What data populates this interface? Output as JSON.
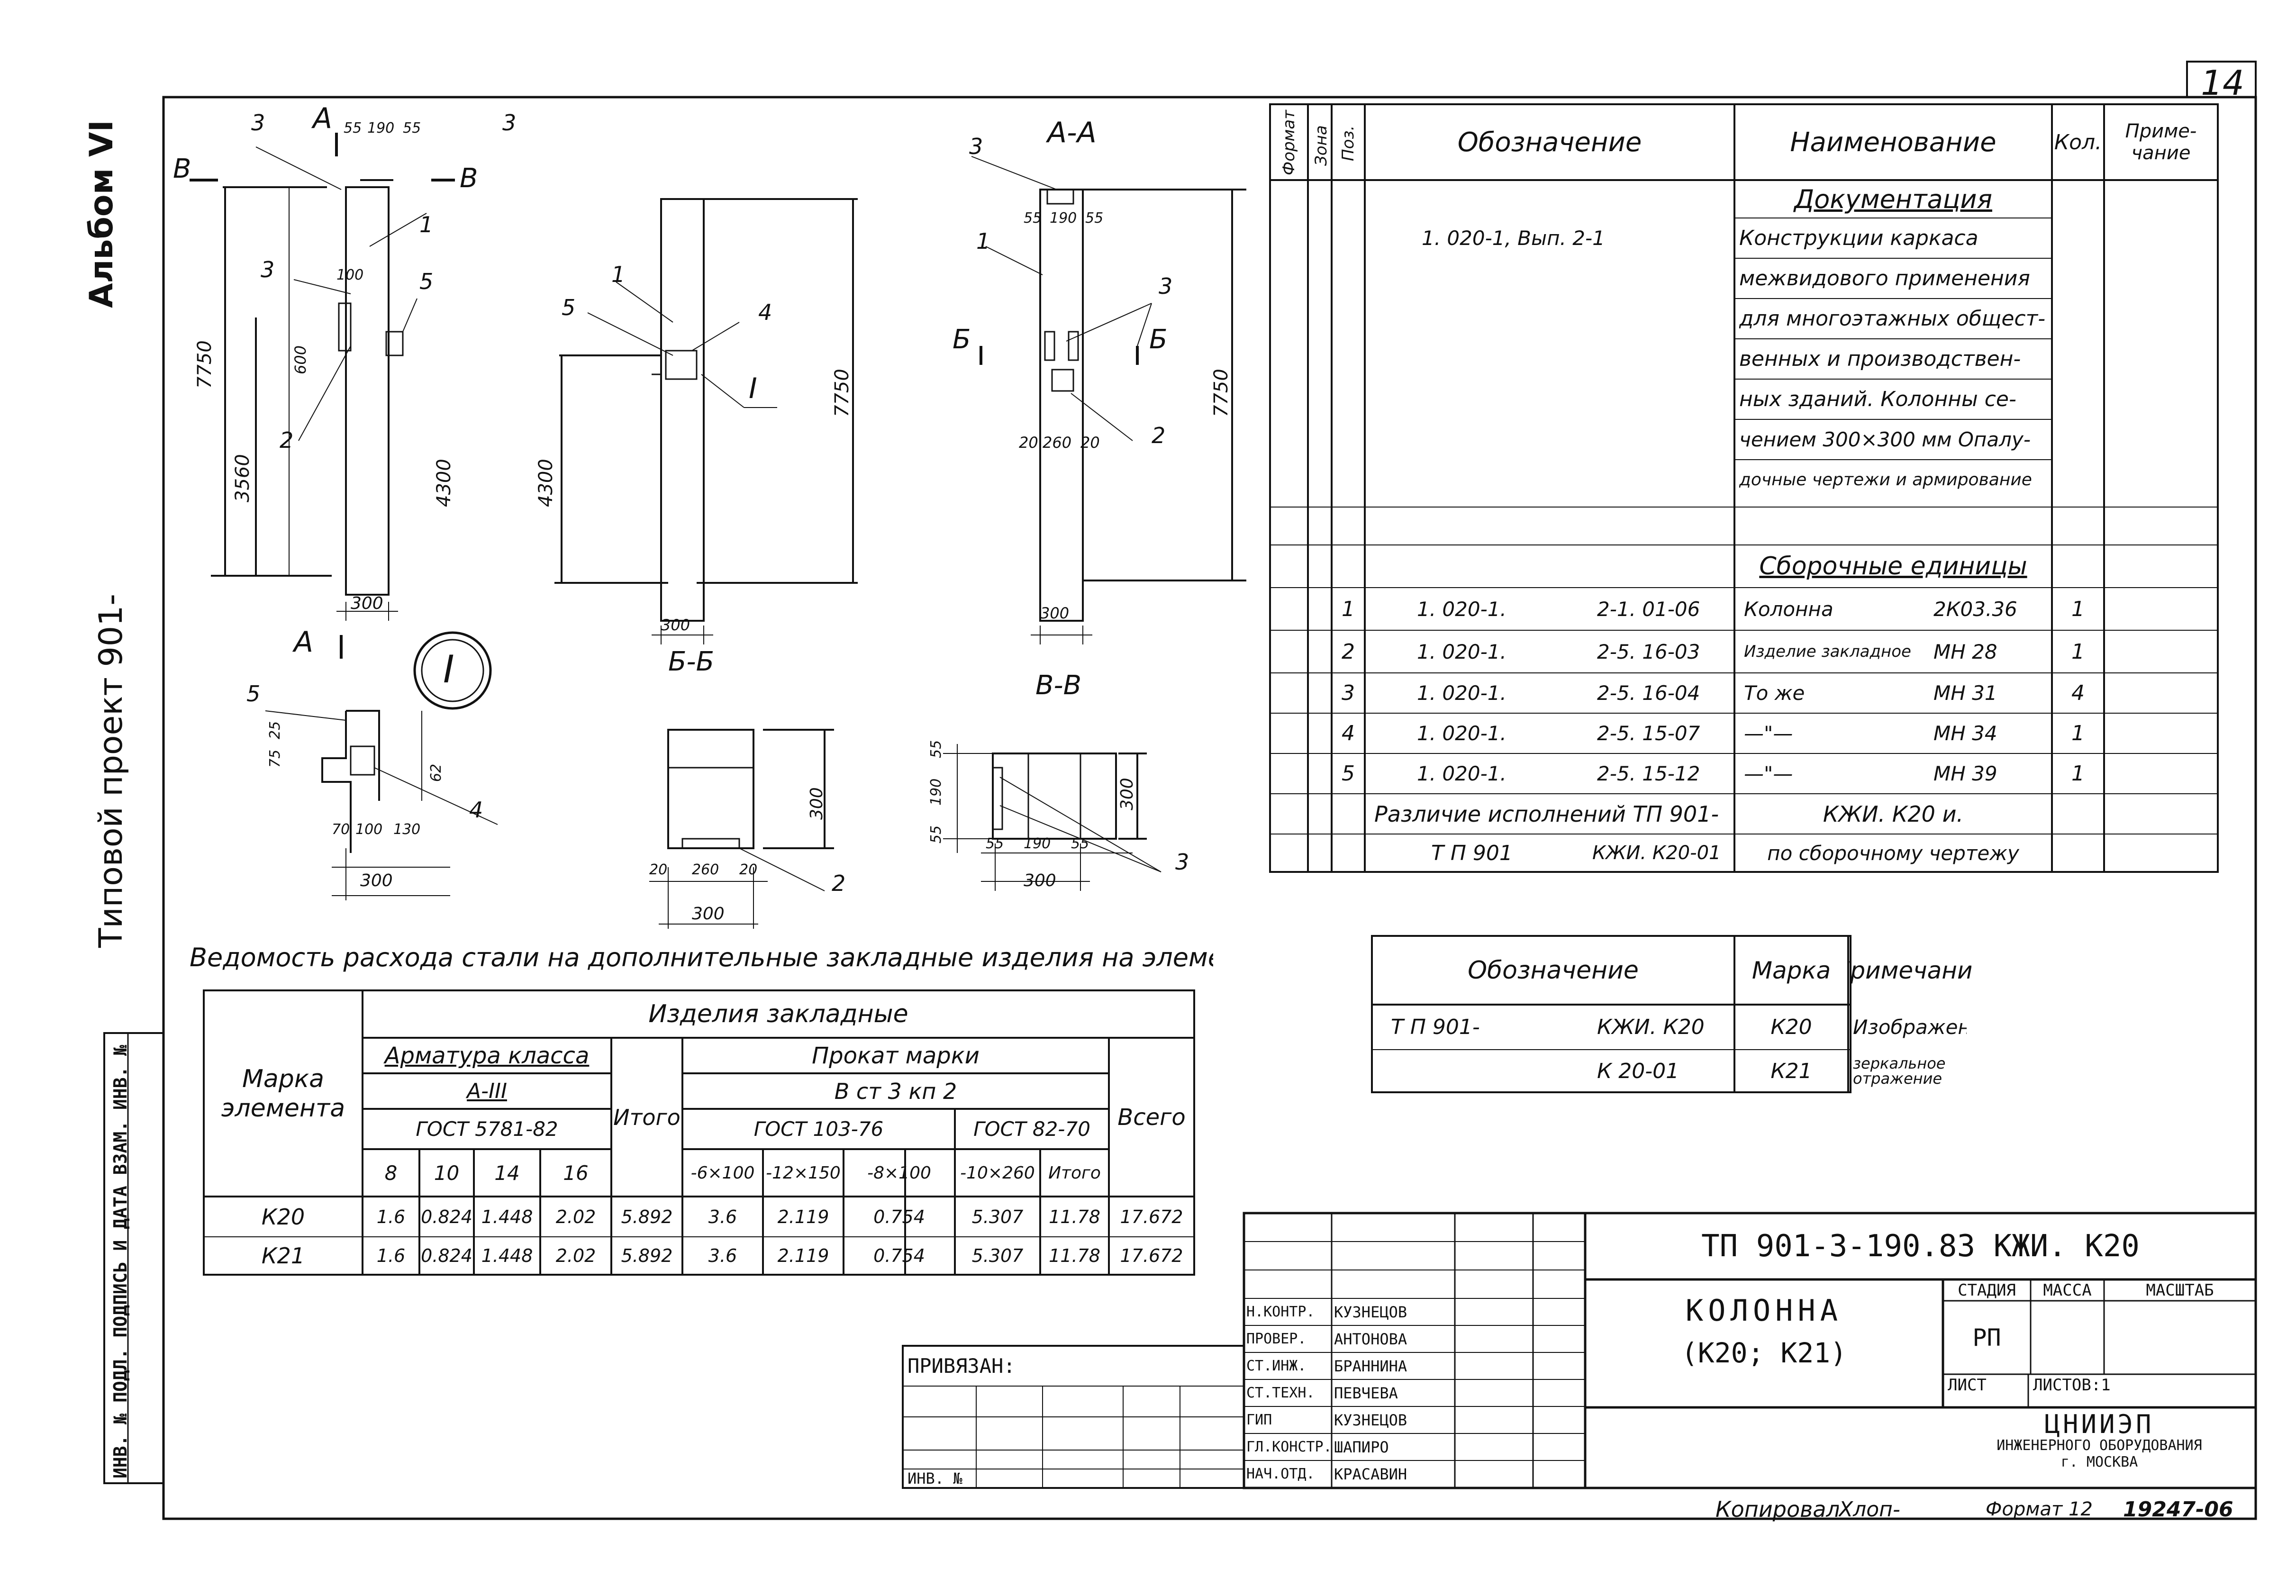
{
  "sheet_number": "14",
  "album": "Альбом VI",
  "project": "Типовой проект 901-",
  "side_stamp": "ИНВ. № ПОДЛ. ПОДПИСЬ И ДАТА ВЗАМ. ИНВ. №",
  "drawings": {
    "labels": {
      "pos3a": "3",
      "secA": "А",
      "d55": "55",
      "d190": "190",
      "d55b": "55",
      "pos3b": "3",
      "secB": "В",
      "secB2": "В",
      "dim7750": "7750",
      "dim4300": "4300",
      "pos1": "1",
      "pos5": "5",
      "pos2": "2",
      "d300": "300",
      "d100": "100",
      "d600": "600",
      "d3560": "3560",
      "vA": "А",
      "callout": "I",
      "AA_title": "А-А",
      "AA_3": "3",
      "AA_1": "1",
      "AA_55": "55",
      "AA_190": "190",
      "AA_55b": "55",
      "AA_3b": "3",
      "AA_B": "Б",
      "AA_B2": "Б",
      "AA_2": "2",
      "AA_20": "20",
      "AA_260": "260",
      "AA_20b": "20",
      "AA_7750": "7750",
      "AA_300": "300",
      "mid_1": "1",
      "mid_5": "5",
      "mid_4": "4",
      "mid_I": "I",
      "mid_4300": "4300",
      "mid_7750": "7750",
      "mid_300": "300",
      "BB_title": "Б-Б",
      "VV_title": "В-В",
      "BB_300": "300",
      "BB_20": "20",
      "BB_260": "260",
      "BB_20b": "20",
      "BB_300b": "300",
      "BB_2": "2",
      "VV_55": "55",
      "VV_190": "190",
      "VV_55b": "55",
      "VV_300": "300",
      "VV_300b": "300",
      "VV_3": "3",
      "VV_55v": "55",
      "VV_190v": "190",
      "VV_55v2": "55",
      "n_5": "5",
      "n_4": "4",
      "n_75": "75",
      "n_25": "25",
      "n_62": "62",
      "n_70": "70",
      "n_100": "100",
      "n_130": "130",
      "n_300": "300"
    }
  },
  "spec": {
    "headers": {
      "format": "Формат",
      "zone": "Зона",
      "pos": "Поз.",
      "designation": "Обозначение",
      "name": "Наименование",
      "qty": "Кол.",
      "note": "Приме-чание"
    },
    "doc_section": "Документация",
    "doc_designation": "1. 020-1,   Вып. 2-1",
    "doc_lines": [
      "Конструкции каркаса",
      "межвидового применения",
      "для многоэтажных общест-",
      "венных и производствен-",
      "ных зданий. Колонны се-",
      "чением 300×300 мм Опалу-",
      "дочные чертежи и армирование"
    ],
    "asm_section": "Сборочные единицы",
    "rows": [
      {
        "pos": "1",
        "des1": "1. 020-1.",
        "des2": "2-1. 01-06",
        "name": "Колонна",
        "mark": "2К03.36",
        "qty": "1"
      },
      {
        "pos": "2",
        "des1": "1. 020-1.",
        "des2": "2-5. 16-03",
        "name": "Изделие закладное",
        "mark": "МН 28",
        "qty": "1"
      },
      {
        "pos": "3",
        "des1": "1. 020-1.",
        "des2": "2-5. 16-04",
        "name": "То же",
        "mark": "МН 31",
        "qty": "4"
      },
      {
        "pos": "4",
        "des1": "1. 020-1.",
        "des2": "2-5. 15-07",
        "name": "—\"—",
        "mark": "МН 34",
        "qty": "1"
      },
      {
        "pos": "5",
        "des1": "1. 020-1.",
        "des2": "2-5. 15-12",
        "name": "—\"—",
        "mark": "МН 39",
        "qty": "1"
      }
    ],
    "diff_line1": "Различие исполнений ТП 901-",
    "diff_line1b": "КЖИ. К20 и.",
    "diff_line2a": "Т П 901",
    "diff_line2b": "КЖИ. К20-01",
    "diff_line2c": "по сборочному чертежу"
  },
  "variants": {
    "headers": {
      "designation": "Обозначение",
      "mark": "Марка",
      "note": "Примечание"
    },
    "rows": [
      {
        "des1": "Т П 901-",
        "des2": "КЖИ. К20",
        "mark": "К20",
        "note": "Изображено"
      },
      {
        "des1": "",
        "des2": "К 20-01",
        "mark": "К21",
        "note": "зеркальное отражение"
      }
    ]
  },
  "steel": {
    "title": "Ведомость расхода стали на дополнительные закладные изделия на элемент, кг",
    "h_mark": "Марка элемента",
    "h_items": "Изделия закладные",
    "h_rebar": "Арматура класса",
    "h_rebar_class": "А-III",
    "h_rebar_gost": "ГОСТ 5781-82",
    "h_total": "Итого",
    "h_rolled": "Прокат марки",
    "h_rolled_grade": "В ст 3 кп 2",
    "h_gost1": "ГОСТ 103-76",
    "h_gost2": "ГОСТ 82-70",
    "h_all": "Всего",
    "diam": [
      "8",
      "10",
      "14",
      "16"
    ],
    "profiles": [
      "-6×100",
      "-12×150",
      "-8×100",
      "-10×260",
      "Итого"
    ],
    "rows": [
      {
        "mark": "К20",
        "v": [
          "1.6",
          "0.824",
          "1.448",
          "2.02",
          "5.892",
          "3.6",
          "2.119",
          "0.754",
          "5.307",
          "11.78",
          "17.672"
        ]
      },
      {
        "mark": "К21",
        "v": [
          "1.6",
          "0.824",
          "1.448",
          "2.02",
          "5.892",
          "3.6",
          "2.119",
          "0.754",
          "5.307",
          "11.78",
          "17.672"
        ]
      }
    ]
  },
  "title_block": {
    "code": "ТП 901-3-190.83   КЖИ. К20",
    "name1": "КОЛОННА",
    "name2": "(К20; К21)",
    "stage_h": "СТАДИЯ",
    "mass_h": "МАССА",
    "scale_h": "МАСШТАБ",
    "stage": "РП",
    "sheet_h": "ЛИСТ",
    "sheets_h": "ЛИСТОВ:1",
    "org1": "ЦНИИЭП",
    "org2": "ИНЖЕНЕРНОГО ОБОРУДОВАНИЯ",
    "org3": "г. МОСКВА",
    "bound": "ПРИВЯЗАН:",
    "inv": "ИНВ. №",
    "signers": [
      {
        "role": "Н.КОНТР.",
        "name": "КУЗНЕЦОВ"
      },
      {
        "role": "ПРОВЕР.",
        "name": "АНТОНОВА"
      },
      {
        "role": "СТ.ИНЖ.",
        "name": "БРАННИНА"
      },
      {
        "role": "СТ.ТЕХН.",
        "name": "ПЕВЧЕВА"
      },
      {
        "role": "ГИП",
        "name": "КУЗНЕЦОВ"
      },
      {
        "role": "ГЛ.КОНСТР.",
        "name": "ШАПИРО"
      },
      {
        "role": "НАЧ.ОТД.",
        "name": "КРАСАВИН"
      }
    ]
  },
  "footer": {
    "copied": "Копировал",
    "copier": "Хлоп-",
    "format": "Формат 12",
    "number": "19247-06"
  }
}
